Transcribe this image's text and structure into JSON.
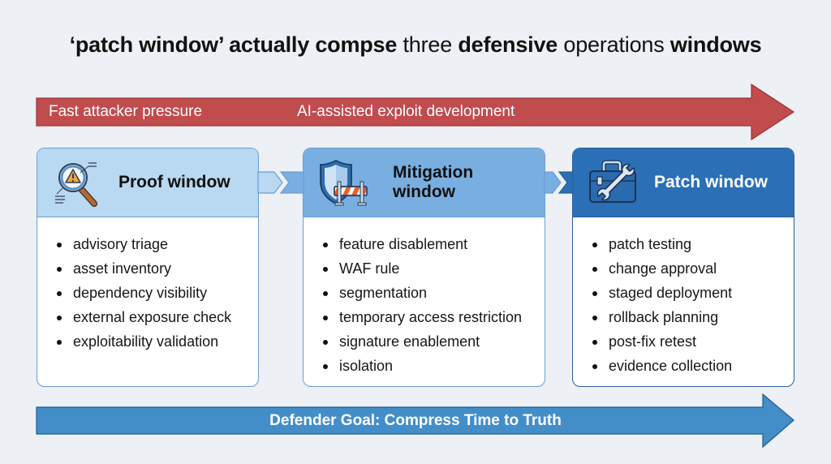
{
  "title": {
    "parts": [
      {
        "text": "‘patch window’ actually compse",
        "weight": "bold"
      },
      {
        "text": " three ",
        "weight": "normal"
      },
      {
        "text": "defensive",
        "weight": "bold"
      },
      {
        "text": " operations ",
        "weight": "normal"
      },
      {
        "text": "windows",
        "weight": "bold"
      }
    ]
  },
  "attacker_arrow": {
    "label_left": "Fast attacker pressure",
    "label_right": "AI-assisted exploit development",
    "color": "#c04a4c"
  },
  "windows": [
    {
      "title": "Proof window",
      "icon": "magnifier-warning-icon",
      "items": [
        "advisory triage",
        "asset inventory",
        "dependency visibility",
        "external exposure check",
        "exploitability validation"
      ]
    },
    {
      "title_line1": "Mitigation",
      "title_line2": "window",
      "icon": "shield-barrier-icon",
      "items": [
        "feature disablement",
        "WAF rule",
        "segmentation",
        "temporary access restriction",
        "signature enablement",
        "isolation"
      ]
    },
    {
      "title": "Patch window",
      "icon": "toolbox-wrench-icon",
      "items": [
        "patch testing",
        "change approval",
        "staged deployment",
        "rollback planning",
        "post-fix retest",
        "evidence collection"
      ]
    }
  ],
  "defender_arrow": {
    "label": "Defender Goal: Compress Time to Truth",
    "color": "#438ec9"
  },
  "colors": {
    "proof_header": "#b9d8f1",
    "mitigation_header": "#79aee0",
    "patch_header": "#2b6fb6",
    "background": "#edf0f4"
  }
}
